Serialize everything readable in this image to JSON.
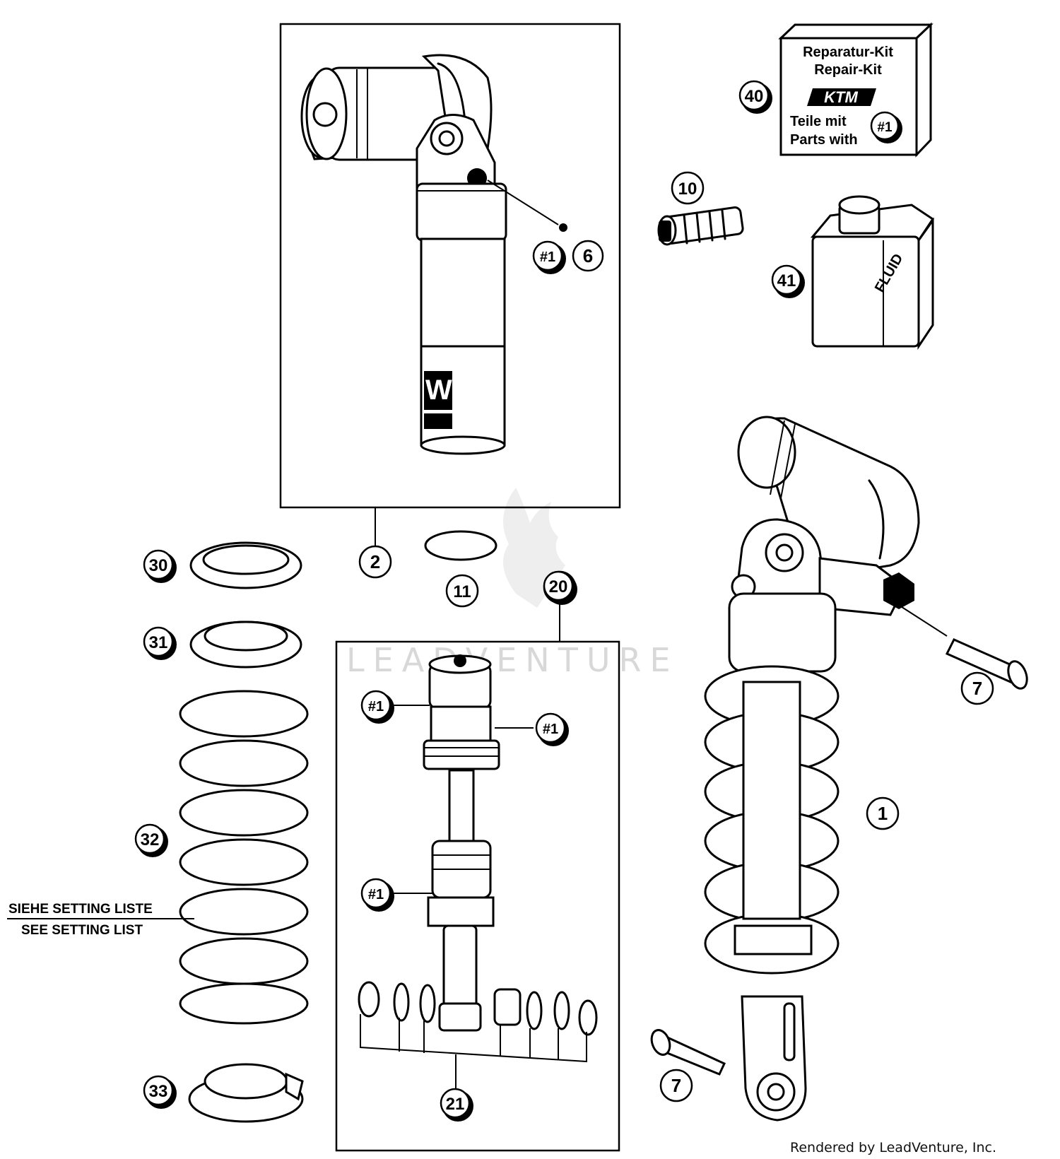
{
  "diagram": {
    "callouts": [
      {
        "id": "c1",
        "label": "1"
      },
      {
        "id": "c2",
        "label": "2"
      },
      {
        "id": "c6",
        "label": "6"
      },
      {
        "id": "c7a",
        "label": "7"
      },
      {
        "id": "c7b",
        "label": "7"
      },
      {
        "id": "c10",
        "label": "10"
      },
      {
        "id": "c11",
        "label": "11"
      },
      {
        "id": "c20",
        "label": "20"
      },
      {
        "id": "c21",
        "label": "21"
      },
      {
        "id": "c30",
        "label": "30"
      },
      {
        "id": "c31",
        "label": "31"
      },
      {
        "id": "c32",
        "label": "32"
      },
      {
        "id": "c33",
        "label": "33"
      },
      {
        "id": "c40",
        "label": "40"
      },
      {
        "id": "c41",
        "label": "41"
      }
    ],
    "kit_refs": [
      {
        "id": "k1",
        "label": "#1"
      },
      {
        "id": "k2",
        "label": "#1"
      },
      {
        "id": "k3",
        "label": "#1"
      },
      {
        "id": "k4",
        "label": "#1"
      },
      {
        "id": "k5",
        "label": "#1"
      }
    ],
    "repair_kit": {
      "line1": "Reparatur-Kit",
      "line2": "Repair-Kit",
      "brand": "KTM",
      "line3": "Teile mit",
      "line4": "Parts with"
    },
    "fluid_label": "FLUID",
    "damper_logo": "WP",
    "setting_note": {
      "de": "SIEHE SETTING LISTE",
      "en": "SEE SETTING LIST"
    },
    "watermark": "LEADVENTURE",
    "footer": "Rendered by LeadVenture, Inc."
  }
}
